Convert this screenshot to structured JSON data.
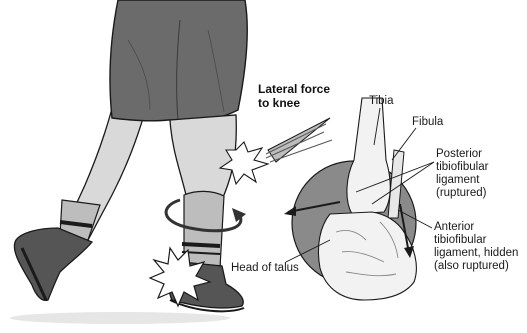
{
  "labels": {
    "force": "Lateral force\nto knee",
    "tibia": "Tibia",
    "fibula": "Fibula",
    "posterior": "Posterior\ntibiofibular\nligament\n(ruptured)",
    "anterior": "Anterior\ntibiofibular\nligament, hidden\n(also ruptured)",
    "talus": "Head of talus"
  },
  "colors": {
    "ink": "#1a1a1a",
    "shorts": "#6b6b6b",
    "skin": "#d9d9d9",
    "sock": "#bdbdbd",
    "shoe": "#555555",
    "inset_disc": "#8a8a8a",
    "bone": "#f2f2f2"
  }
}
